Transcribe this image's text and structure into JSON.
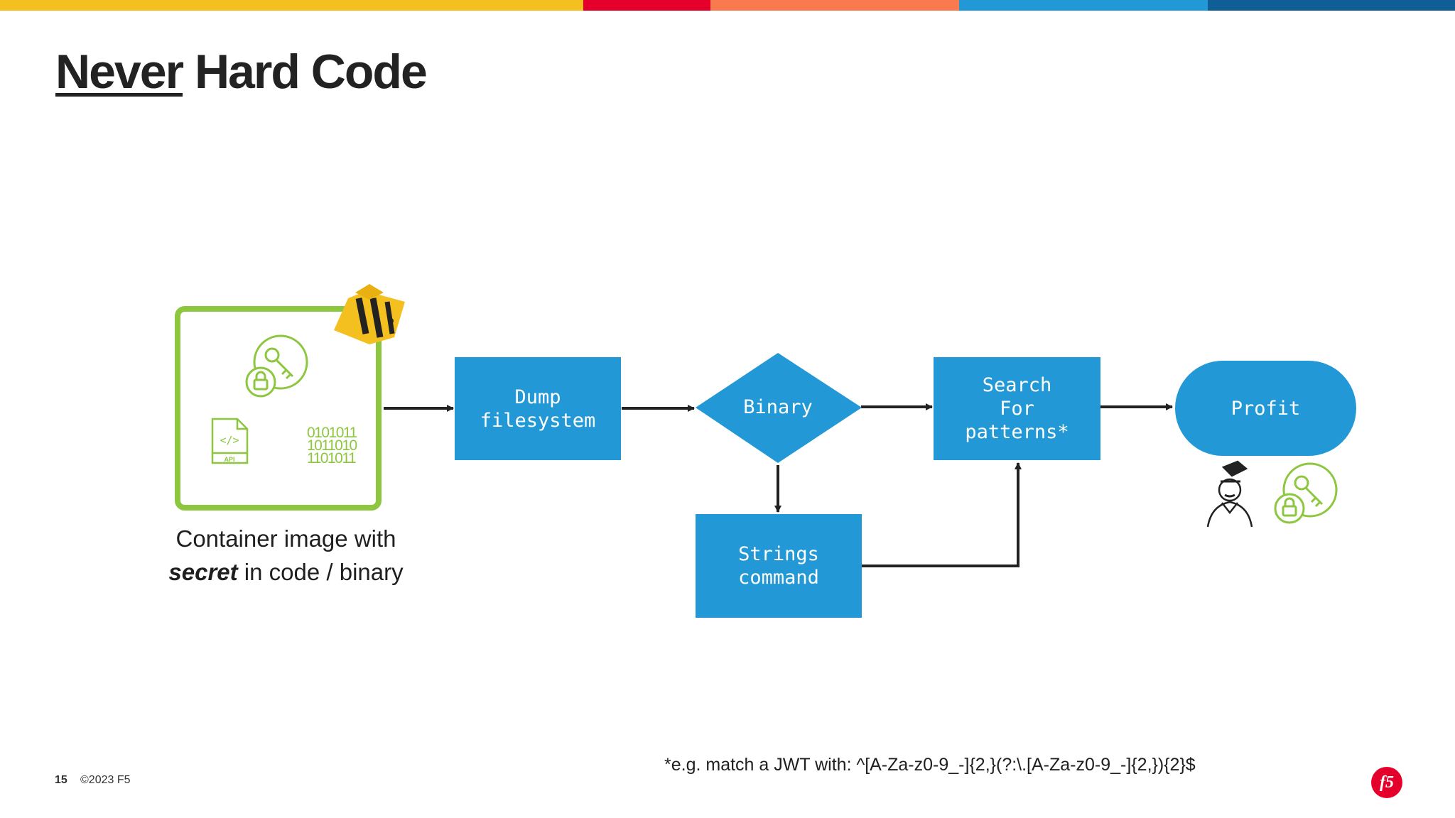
{
  "slide": {
    "title_part1": "Never",
    "title_part2": "Hard Code",
    "page_number": "15",
    "copyright": "©2023 F5",
    "logo_text": "f5",
    "footnote": "*e.g. match a JWT with:  ^[A-Za-z0-9_-]{2,}(?:\\.[A-Za-z0-9_-]{2,}){2}$"
  },
  "top_bar_colors": [
    "#f4c020",
    "#e4002b",
    "#f87a4e",
    "#2299d6",
    "#0f5f96"
  ],
  "accent_color": "#2299d6",
  "icon_color": "#8dc63f",
  "container": {
    "binary_text": [
      "0101011",
      "1011010",
      "1101011"
    ],
    "api_label": "API",
    "caption_line1": "Container image with",
    "caption_emphasis": "secret",
    "caption_rest": " in code / binary"
  },
  "flow": {
    "dump": "Dump\nfilesystem",
    "binary": "Binary",
    "strings": "Strings\ncommand",
    "search": "Search\nFor\npatterns*",
    "profit": "Profit"
  },
  "icons": [
    "key-lock-icon",
    "api-file-icon",
    "binary-data-icon",
    "bee-icon",
    "hacker-icon"
  ]
}
